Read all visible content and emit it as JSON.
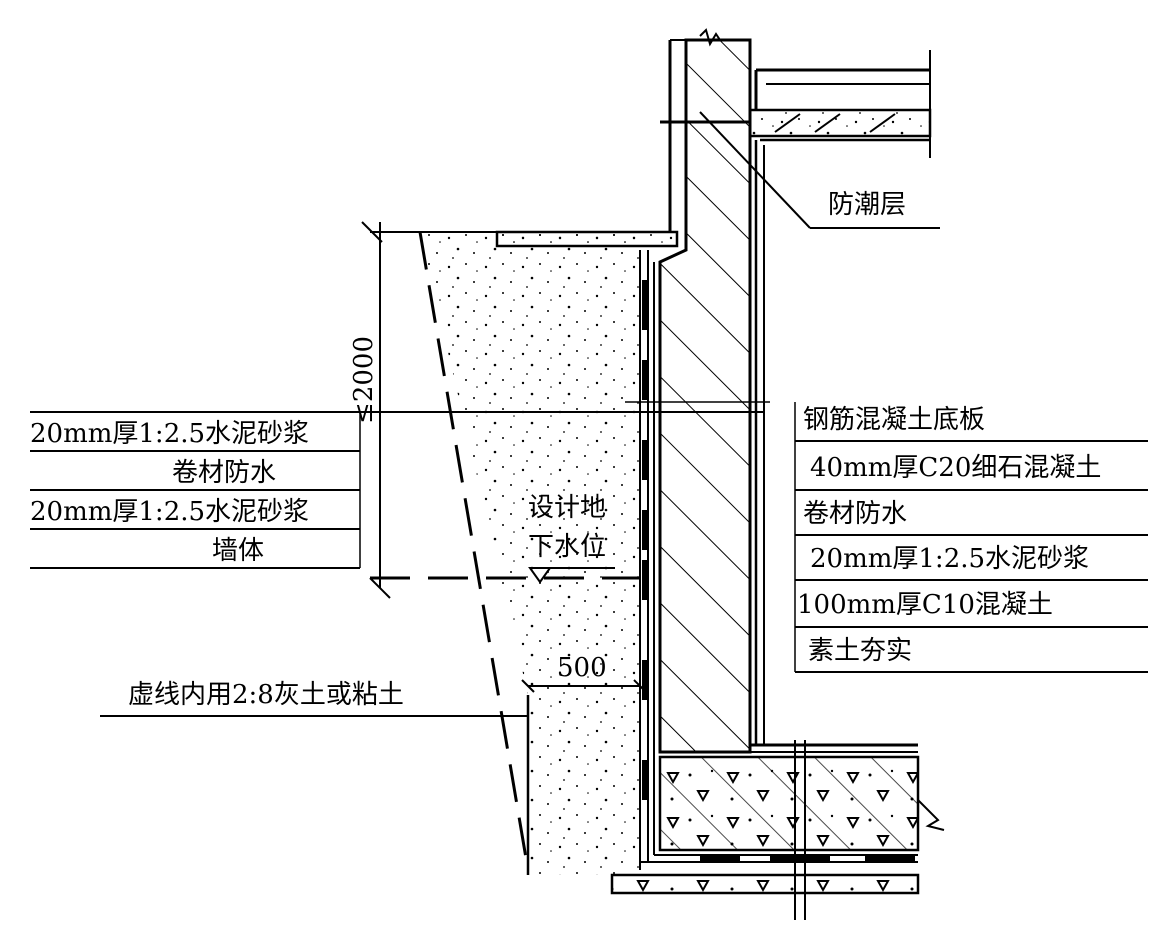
{
  "title_labels": {
    "damp_proof": "防潮层",
    "dim_height": "≤2000",
    "dim_width": "500",
    "groundwater_line1": "设计地",
    "groundwater_line2": "下水位",
    "backfill_note": "虚线内用2:8灰土或粘土"
  },
  "left_layers": [
    "20mm厚1:2.5水泥砂浆",
    "卷材防水",
    "20mm厚1:2.5水泥砂浆",
    "墙体"
  ],
  "right_layers": [
    "钢筋混凝土底板",
    "40mm厚C20细石混凝土",
    "卷材防水",
    "20mm厚1:2.5水泥砂浆",
    "100mm厚C10混凝土",
    "素土夯实"
  ]
}
